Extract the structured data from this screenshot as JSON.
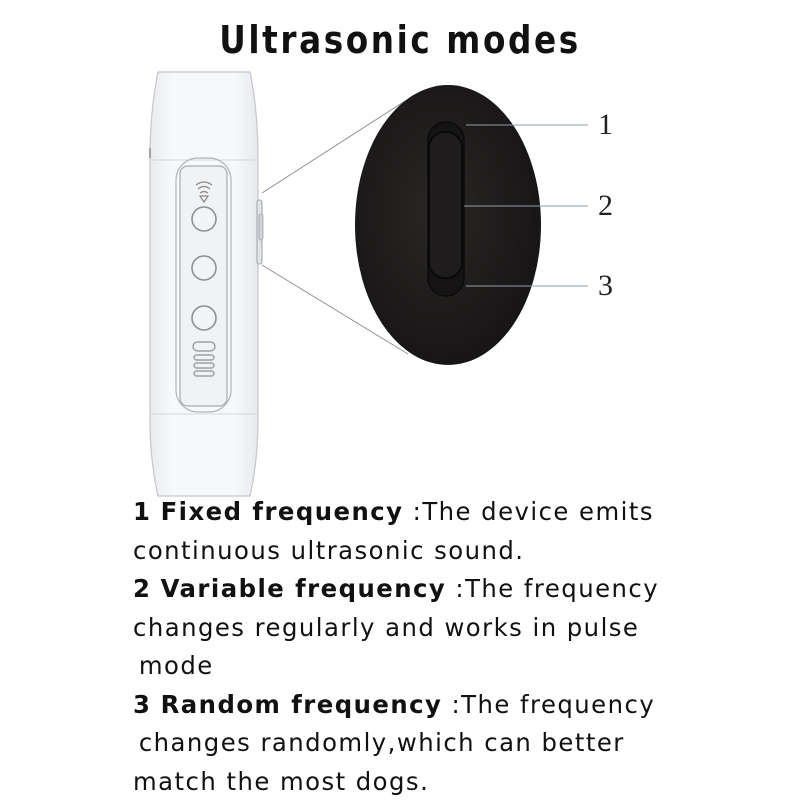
{
  "title": "Ultrasonic modes",
  "figure": {
    "device": {
      "icon": "ultrasonic-wave-icon",
      "buttons": [
        "button-1",
        "button-2",
        "button-3"
      ],
      "indicator": "battery-indicator-icon"
    },
    "callout": {
      "switch_label": "mode-slide-switch",
      "labels": [
        "1",
        "2",
        "3"
      ]
    }
  },
  "modes": [
    {
      "number": "1",
      "name": "Fixed frequency",
      "separator": ":",
      "description_line1": "The device emits",
      "description_line2": "continuous ultrasonic sound."
    },
    {
      "number": "2",
      "name": "Variable frequency",
      "separator": ":",
      "description_line1": "The frequency",
      "description_line2": "changes regularly and works in pulse",
      "description_line3": "mode"
    },
    {
      "number": "3",
      "name": "Random frequency",
      "separator": ":",
      "description_line1": "The frequency",
      "description_line2": "changes randomly,which can better",
      "description_line3": "match the most dogs."
    }
  ],
  "colors": {
    "device_body": "#f4f5f7",
    "device_outline": "#b9bcc2",
    "callout_dark": "#1c1a1a",
    "leader_line": "#7f95a3",
    "text": "#111111"
  }
}
